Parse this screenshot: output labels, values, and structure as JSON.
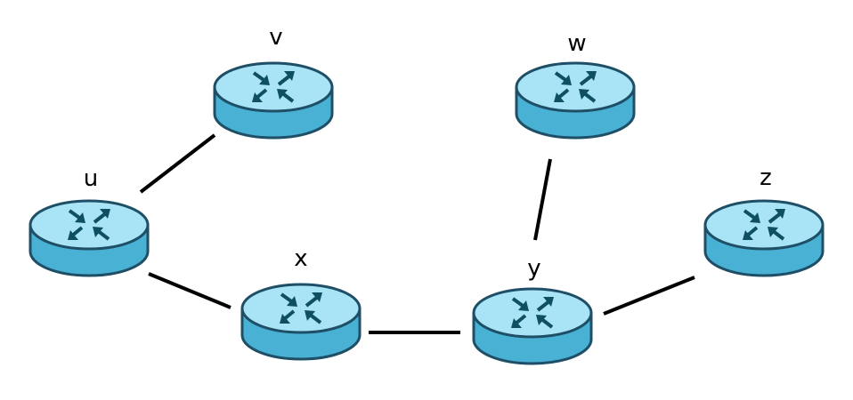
{
  "diagram": {
    "type": "network-topology",
    "colors": {
      "router_top": "#a9e4f6",
      "router_side": "#49b1d4",
      "router_outline": "#1e4f66",
      "router_arrow": "#0f4f62",
      "link": "#000000",
      "background": "#ffffff"
    },
    "icon": "router-icon",
    "nodes": [
      {
        "id": "v",
        "label": "v"
      },
      {
        "id": "w",
        "label": "w"
      },
      {
        "id": "u",
        "label": "u"
      },
      {
        "id": "z",
        "label": "z"
      },
      {
        "id": "x",
        "label": "x"
      },
      {
        "id": "y",
        "label": "y"
      }
    ],
    "links": [
      {
        "from": "u",
        "to": "v"
      },
      {
        "from": "u",
        "to": "x"
      },
      {
        "from": "x",
        "to": "y"
      },
      {
        "from": "w",
        "to": "y"
      },
      {
        "from": "y",
        "to": "z"
      }
    ]
  }
}
